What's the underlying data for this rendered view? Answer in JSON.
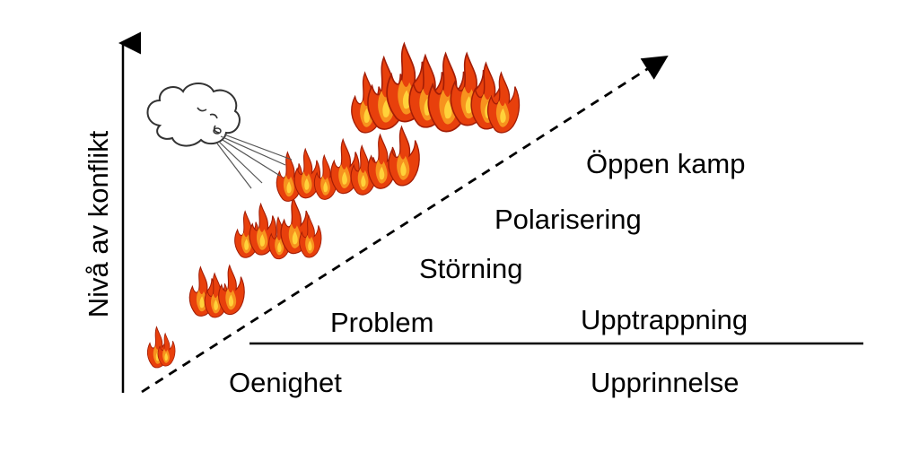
{
  "diagram": {
    "y_axis_label": "Nivå av konflikt",
    "stages": {
      "oenighet": "Oenighet",
      "problem": "Problem",
      "storning": "Störning",
      "polarisering": "Polarisering",
      "oppen_kamp": "Öppen kamp"
    },
    "phases": {
      "upptrappning": "Upptrappning",
      "upprinnelse": "Upprinnelse"
    },
    "icons": [
      "flame-icon",
      "wind-cloud-icon"
    ],
    "colors": {
      "flame_outer": "#e8400c",
      "flame_mid": "#f7931e",
      "flame_inner": "#ffd23a",
      "flame_edge": "#a31d06",
      "line": "#000000"
    }
  }
}
